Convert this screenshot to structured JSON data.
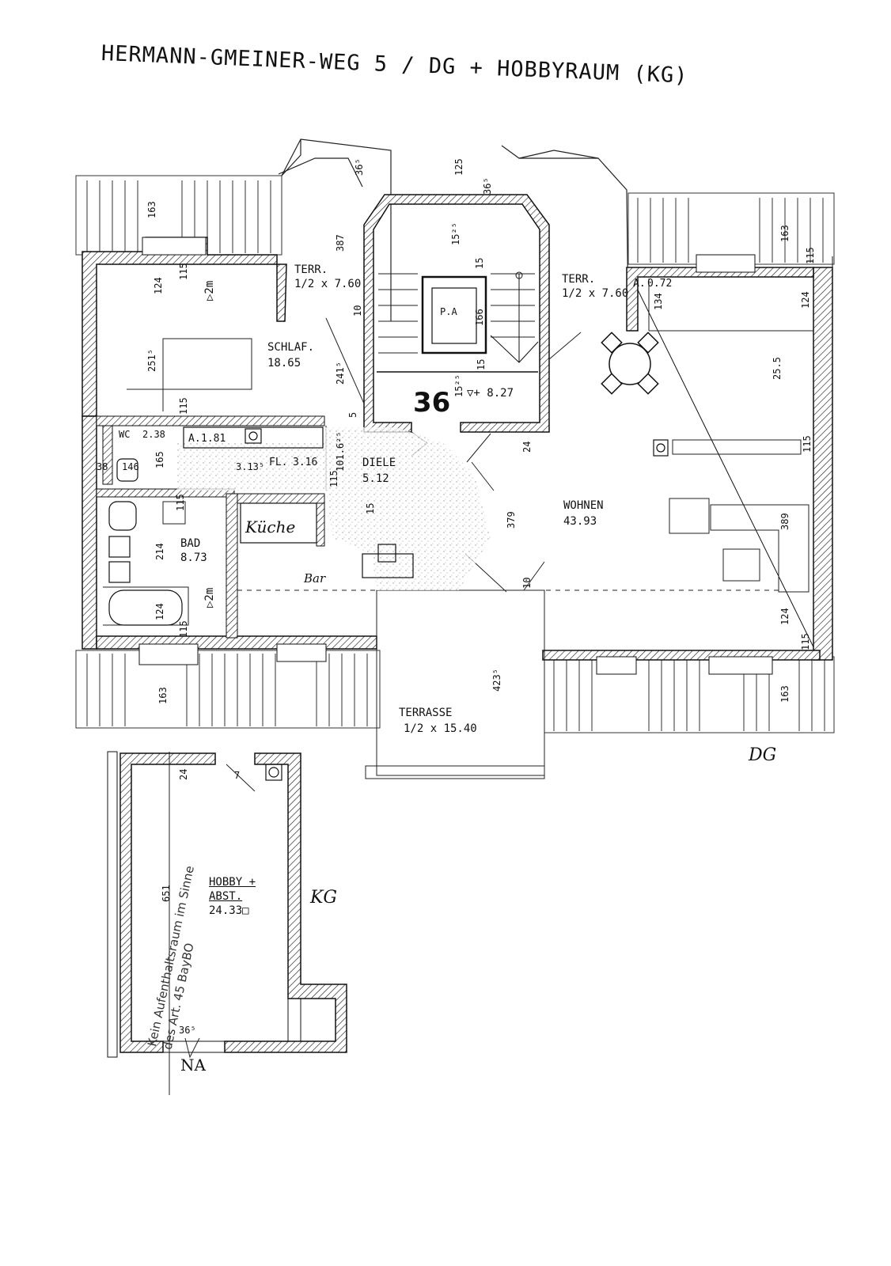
{
  "title": "HERMANN-GMEINER-WEG 5 / DG + HOBBYRAUM (KG)",
  "floors": {
    "dg_label": "DG",
    "kg_label": "KG"
  },
  "rooms": {
    "schlaf": {
      "name": "SCHLAF.",
      "area": "18.65"
    },
    "terr_left": {
      "name": "TERR.",
      "area": "1/2 x 7.60"
    },
    "terr_right": {
      "name": "TERR.",
      "area": "1/2 x 7.60"
    },
    "wc": {
      "name": "WC",
      "area": "2.38"
    },
    "abstell": {
      "name": "A.",
      "area": "1.81"
    },
    "flur": {
      "name": "FL.",
      "area": "3.16"
    },
    "diele": {
      "name": "DIELE",
      "area": "5.12"
    },
    "bad": {
      "name": "BAD",
      "area": "8.73"
    },
    "wohnen": {
      "name": "WOHNEN",
      "area": "43.93"
    },
    "terrasse": {
      "name": "TERRASSE",
      "area": "1/2 x 15.40"
    },
    "a072": {
      "name": "A.",
      "area": "0.72"
    },
    "pa": {
      "name": "P.A"
    },
    "kueche": {
      "name": "Küche"
    },
    "bar": {
      "name": "Bar"
    },
    "hobby": {
      "name": "HOBBY +",
      "name2": "ABST.",
      "area": "24.33□"
    }
  },
  "unit_number": "36",
  "stair_level": "▽+ 8.27",
  "headroom": [
    "▷2m",
    "▷2m"
  ],
  "dimensions": [
    "163",
    "124",
    "115",
    "251⁵",
    "387",
    "36⁵",
    "125",
    "36⁵",
    "15²⁵",
    "15",
    "10",
    "166",
    "15",
    "15²⁵",
    "241⁵",
    "5",
    "115",
    "165",
    "3.13⁵",
    "101.6²⁵",
    "115",
    "115",
    "214",
    "124",
    "115",
    "379",
    "10",
    "24",
    "134",
    "124",
    "25.5",
    "389",
    "124",
    "115",
    "163",
    "423⁵",
    "163",
    "163",
    "38",
    "146",
    "115",
    "115",
    "15",
    "24",
    "7",
    "651",
    "36⁵"
  ],
  "stamp_text": [
    "Kein Aufenthaltsraum im Sinne",
    "des Art. 45 BayBO"
  ],
  "handwritten_marks": [
    "NA"
  ]
}
